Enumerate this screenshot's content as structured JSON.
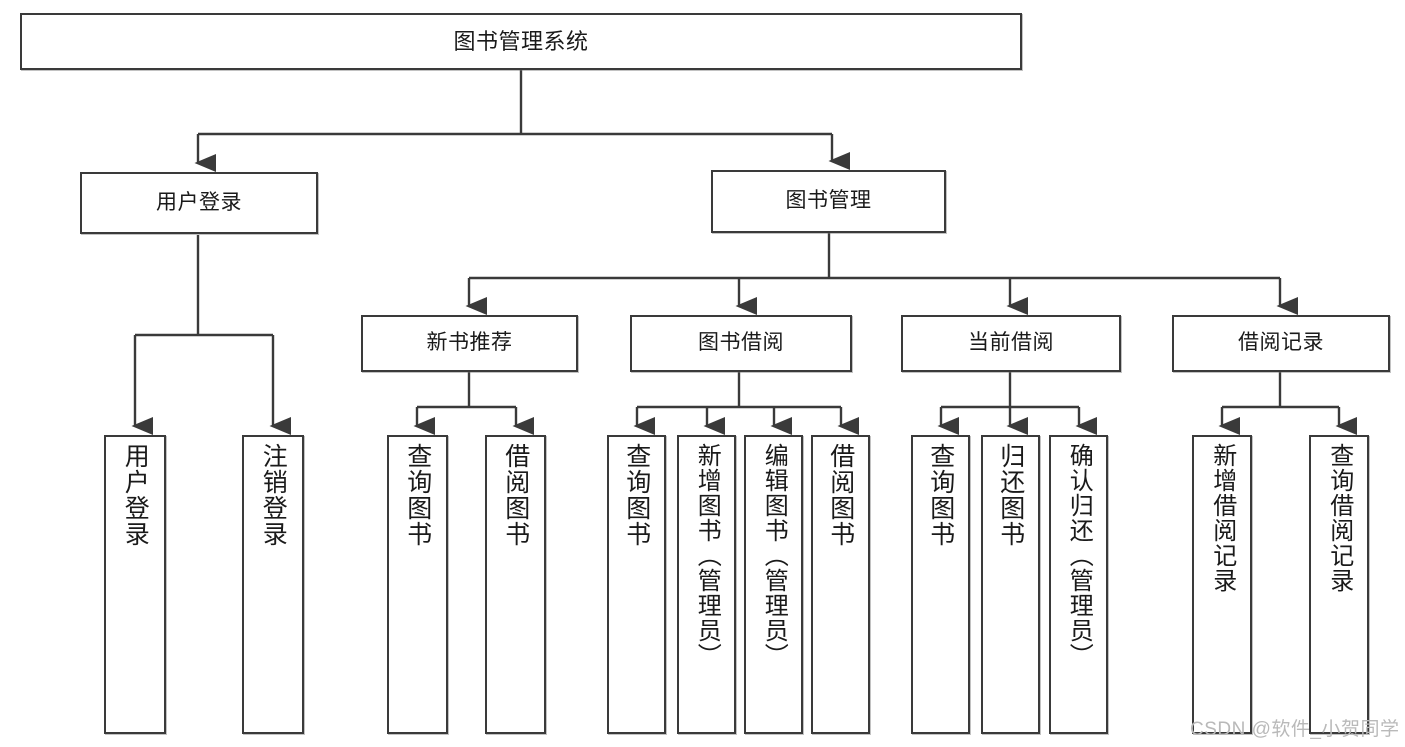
{
  "diagram": {
    "title": "图书管理系统",
    "type": "tree-hierarchy",
    "background_color": "#ffffff",
    "line_color": "#3a3a3a",
    "box_fill": "#ffffff"
  },
  "nodes": {
    "root": {
      "label": "图书管理系统"
    },
    "level2": [
      {
        "id": "user-login",
        "label": "用户登录"
      },
      {
        "id": "book-manage",
        "label": "图书管理"
      }
    ],
    "level3": [
      {
        "id": "new-book-rec",
        "label": "新书推荐"
      },
      {
        "id": "book-borrow",
        "label": "图书借阅"
      },
      {
        "id": "current-borrow",
        "label": "当前借阅"
      },
      {
        "id": "borrow-record",
        "label": "借阅记录"
      }
    ],
    "leaves": {
      "user_login": [
        {
          "id": "leaf-user-login",
          "label": "用户登录"
        },
        {
          "id": "leaf-logout",
          "label": "注销登录"
        }
      ],
      "new_book_rec": [
        {
          "id": "leaf-query-book-1",
          "label": "查询图书"
        },
        {
          "id": "leaf-borrow-book-1",
          "label": "借阅图书"
        }
      ],
      "book_borrow": [
        {
          "id": "leaf-query-book-2",
          "label": "查询图书"
        },
        {
          "id": "leaf-add-book",
          "label": "新增图书（管理员）"
        },
        {
          "id": "leaf-edit-book",
          "label": "编辑图书（管理员）"
        },
        {
          "id": "leaf-borrow-book-2",
          "label": "借阅图书"
        }
      ],
      "current_borrow": [
        {
          "id": "leaf-query-book-3",
          "label": "查询图书"
        },
        {
          "id": "leaf-return-book",
          "label": "归还图书"
        },
        {
          "id": "leaf-confirm-return",
          "label": "确认归还（管理员）"
        }
      ],
      "borrow_record": [
        {
          "id": "leaf-add-record",
          "label": "新增借阅记录"
        },
        {
          "id": "leaf-query-record",
          "label": "查询借阅记录"
        }
      ]
    }
  },
  "watermark": {
    "text": "CSDN @软件_小贺同学"
  }
}
